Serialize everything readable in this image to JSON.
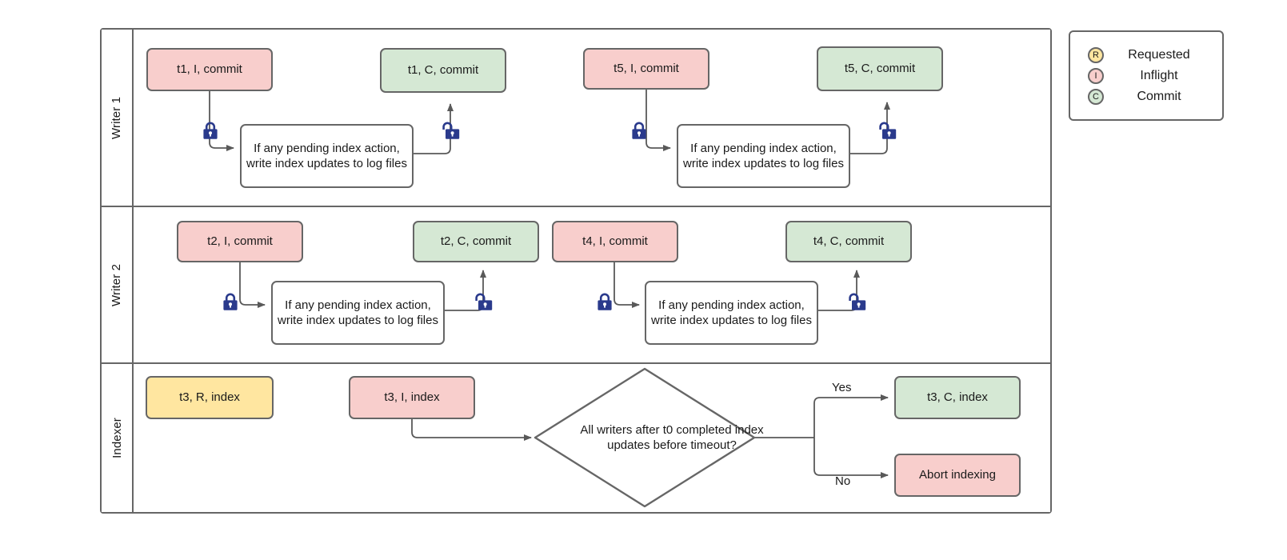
{
  "diagram": {
    "title": "Writer / Indexer index-update coordination swimlane diagram",
    "colors": {
      "inflight_fill": "#f8cecc",
      "commit_fill": "#d5e8d4",
      "requested_fill": "#ffe6a0",
      "stroke": "#666666",
      "lock": "#2a3a8c",
      "text": "#1a1a1a"
    },
    "lanes": [
      {
        "id": "writer1",
        "label": "Writer 1"
      },
      {
        "id": "writer2",
        "label": "Writer 2"
      },
      {
        "id": "indexer",
        "label": "Indexer"
      }
    ],
    "process_text": "If any pending index action, write index updates to log files",
    "nodes": {
      "w1_t1_inflight": "t1, I, commit",
      "w1_t1_commit": "t1, C, commit",
      "w1_t5_inflight": "t5, I, commit",
      "w1_t5_commit": "t5, C, commit",
      "w2_t2_inflight": "t2, I, commit",
      "w2_t2_commit": "t2, C, commit",
      "w2_t4_inflight": "t4, I, commit",
      "w2_t4_commit": "t4, C, commit",
      "idx_t3_requested": "t3, R, index",
      "idx_t3_inflight": "t3, I, index",
      "idx_decision": "All writers after t0 completed index updates before timeout?",
      "idx_t3_commit": "t3, C, index",
      "idx_abort": "Abort indexing"
    },
    "edge_labels": {
      "yes": "Yes",
      "no": "No"
    },
    "icons": {
      "lock_closed": "lock-closed-icon",
      "lock_open": "lock-open-icon"
    }
  },
  "legend": {
    "items": [
      {
        "badge": "R",
        "label": "Requested",
        "color": "#ffe6a0"
      },
      {
        "badge": "I",
        "label": "Inflight",
        "color": "#f8cecc"
      },
      {
        "badge": "C",
        "label": "Commit",
        "color": "#d5e8d4"
      }
    ]
  }
}
